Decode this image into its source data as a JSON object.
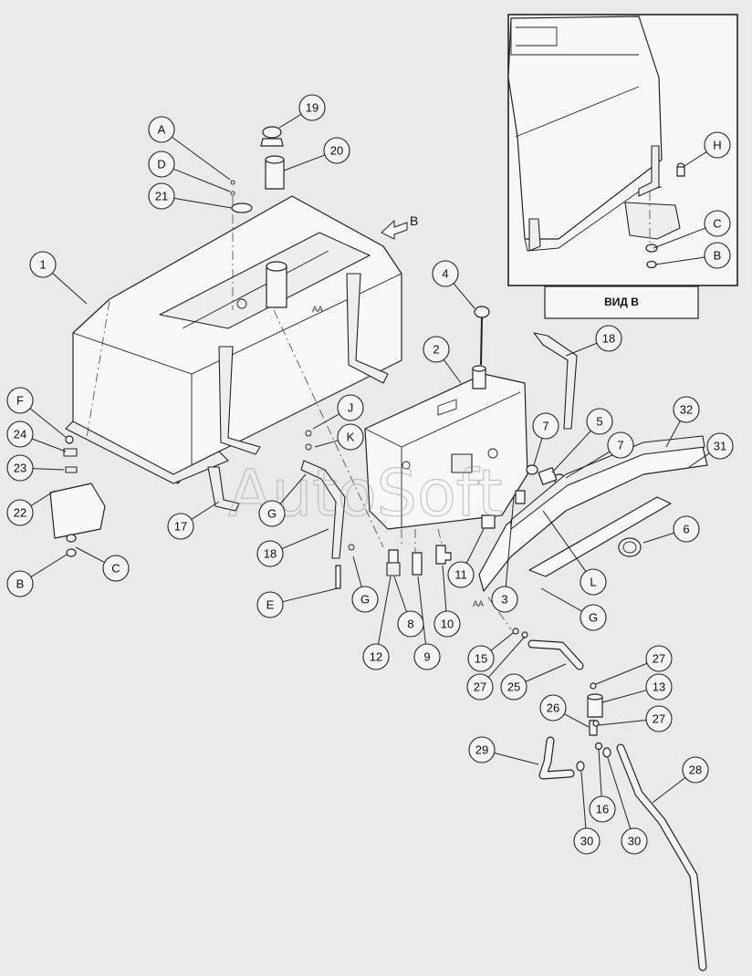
{
  "inset": {
    "title": "ВИД В"
  },
  "view_arrow_label": "B",
  "section_label": "AA",
  "watermark": "AutoSoft",
  "callouts": [
    {
      "id": "1",
      "label": "1"
    },
    {
      "id": "2",
      "label": "2"
    },
    {
      "id": "3",
      "label": "3"
    },
    {
      "id": "4",
      "label": "4"
    },
    {
      "id": "5",
      "label": "5"
    },
    {
      "id": "6",
      "label": "6"
    },
    {
      "id": "7a",
      "label": "7"
    },
    {
      "id": "7b",
      "label": "7"
    },
    {
      "id": "8",
      "label": "8"
    },
    {
      "id": "9",
      "label": "9"
    },
    {
      "id": "10",
      "label": "10"
    },
    {
      "id": "11",
      "label": "11"
    },
    {
      "id": "12",
      "label": "12"
    },
    {
      "id": "13",
      "label": "13"
    },
    {
      "id": "15",
      "label": "15"
    },
    {
      "id": "16",
      "label": "16"
    },
    {
      "id": "17",
      "label": "17"
    },
    {
      "id": "18a",
      "label": "18"
    },
    {
      "id": "18b",
      "label": "18"
    },
    {
      "id": "19",
      "label": "19"
    },
    {
      "id": "20",
      "label": "20"
    },
    {
      "id": "21",
      "label": "21"
    },
    {
      "id": "22",
      "label": "22"
    },
    {
      "id": "23",
      "label": "23"
    },
    {
      "id": "24",
      "label": "24"
    },
    {
      "id": "25",
      "label": "25"
    },
    {
      "id": "26",
      "label": "26"
    },
    {
      "id": "27a",
      "label": "27"
    },
    {
      "id": "27b",
      "label": "27"
    },
    {
      "id": "27c",
      "label": "27"
    },
    {
      "id": "28",
      "label": "28"
    },
    {
      "id": "29",
      "label": "29"
    },
    {
      "id": "30a",
      "label": "30"
    },
    {
      "id": "30b",
      "label": "30"
    },
    {
      "id": "31",
      "label": "31"
    },
    {
      "id": "32",
      "label": "32"
    },
    {
      "id": "A",
      "label": "A"
    },
    {
      "id": "Bl",
      "label": "B"
    },
    {
      "id": "Bi",
      "label": "B"
    },
    {
      "id": "Cl",
      "label": "C"
    },
    {
      "id": "Ci",
      "label": "C"
    },
    {
      "id": "D",
      "label": "D"
    },
    {
      "id": "E",
      "label": "E"
    },
    {
      "id": "F",
      "label": "F"
    },
    {
      "id": "G1",
      "label": "G"
    },
    {
      "id": "G2",
      "label": "G"
    },
    {
      "id": "G3",
      "label": "G"
    },
    {
      "id": "H",
      "label": "H"
    },
    {
      "id": "J",
      "label": "J"
    },
    {
      "id": "K",
      "label": "K"
    },
    {
      "id": "L",
      "label": "L"
    }
  ]
}
